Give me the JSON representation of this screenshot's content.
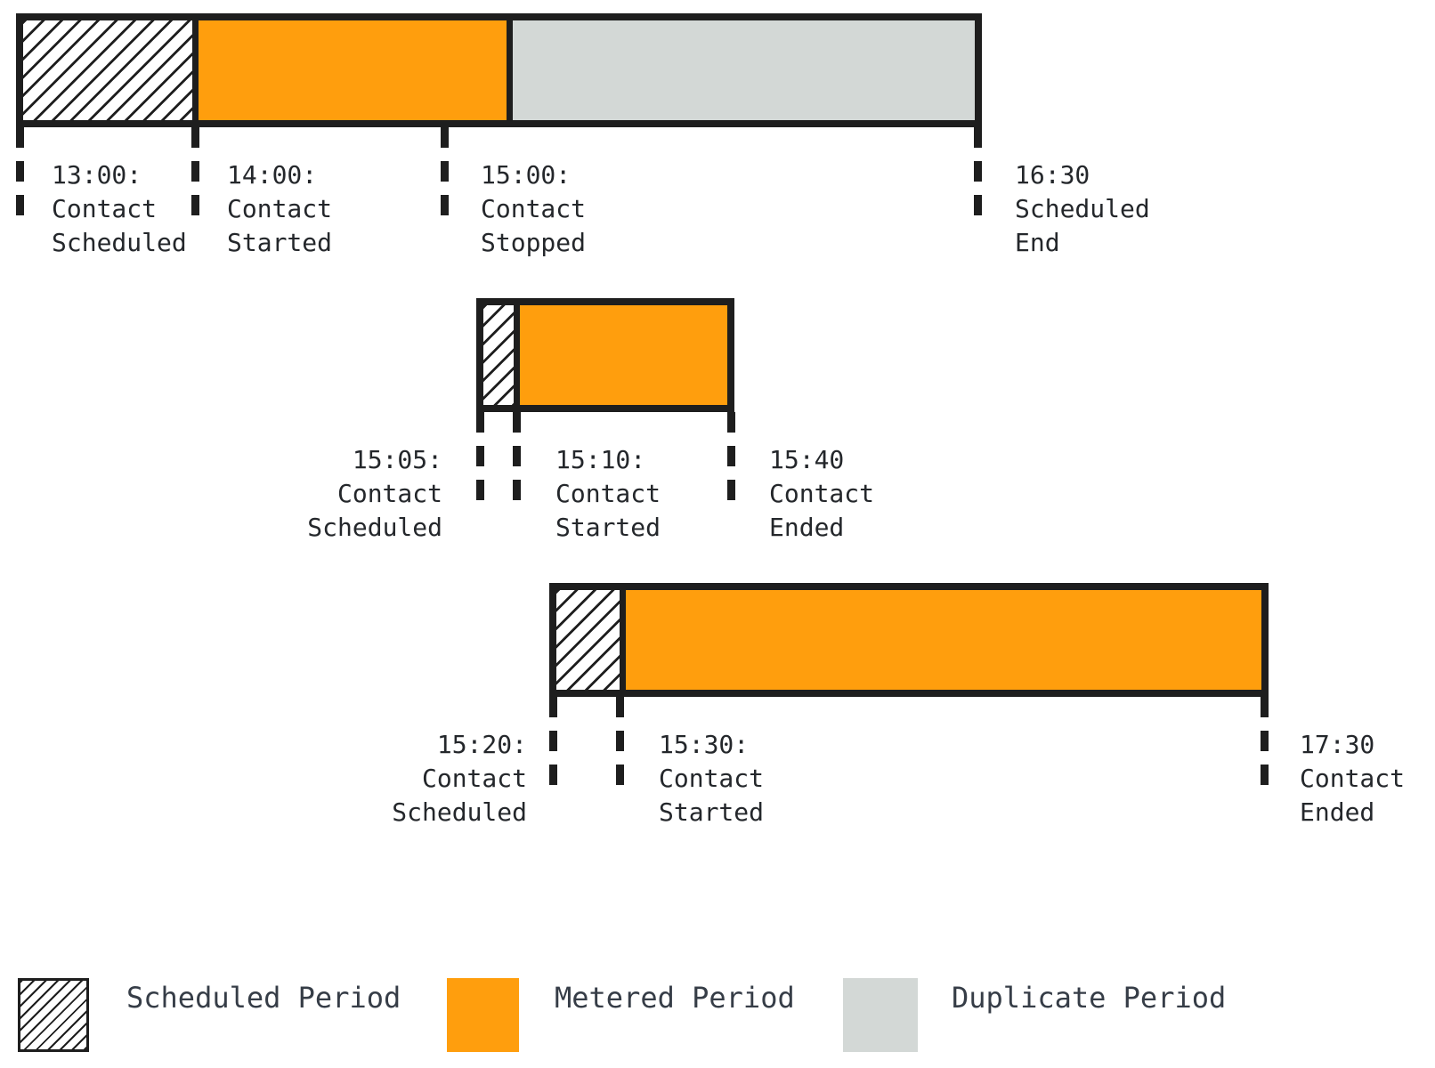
{
  "diagram": {
    "description": "Contact metering timeline diagram with three timelines and a legend"
  },
  "colors": {
    "line": "#1E1E1E",
    "metered": "#FF9E0D",
    "duplicate": "#D3D8D6",
    "background": "#FFFFFF",
    "event_text": "#24272B",
    "legend_text": "#363D47"
  },
  "timelines": [
    {
      "segments": [
        {
          "period": "scheduled",
          "from": "13:00",
          "to": "14:00"
        },
        {
          "period": "metered",
          "from": "14:00",
          "to": "15:00"
        },
        {
          "period": "duplicate",
          "from": "15:00",
          "to": "16:30"
        }
      ],
      "events": [
        {
          "text": "13:00:\nContact\nScheduled"
        },
        {
          "text": "14:00:\nContact\nStarted"
        },
        {
          "text": "15:00:\nContact\nStopped"
        },
        {
          "text": "16:30\nScheduled\nEnd"
        }
      ]
    },
    {
      "segments": [
        {
          "period": "scheduled",
          "from": "15:05",
          "to": "15:10"
        },
        {
          "period": "metered",
          "from": "15:10",
          "to": "15:40"
        }
      ],
      "events": [
        {
          "text": "15:05:\nContact\nScheduled"
        },
        {
          "text": "15:10:\nContact\nStarted"
        },
        {
          "text": "15:40\nContact\nEnded"
        }
      ]
    },
    {
      "segments": [
        {
          "period": "scheduled",
          "from": "15:20",
          "to": "15:30"
        },
        {
          "period": "metered",
          "from": "15:30",
          "to": "17:30"
        }
      ],
      "events": [
        {
          "text": "15:20:\nContact\nScheduled"
        },
        {
          "text": "15:30:\nContact\nStarted"
        },
        {
          "text": "17:30\nContact\nEnded"
        }
      ]
    }
  ],
  "legend": [
    {
      "label": "Scheduled Period",
      "style": "hatched"
    },
    {
      "label": "Metered Period",
      "style": "metered"
    },
    {
      "label": "Duplicate Period",
      "style": "duplicate"
    }
  ]
}
